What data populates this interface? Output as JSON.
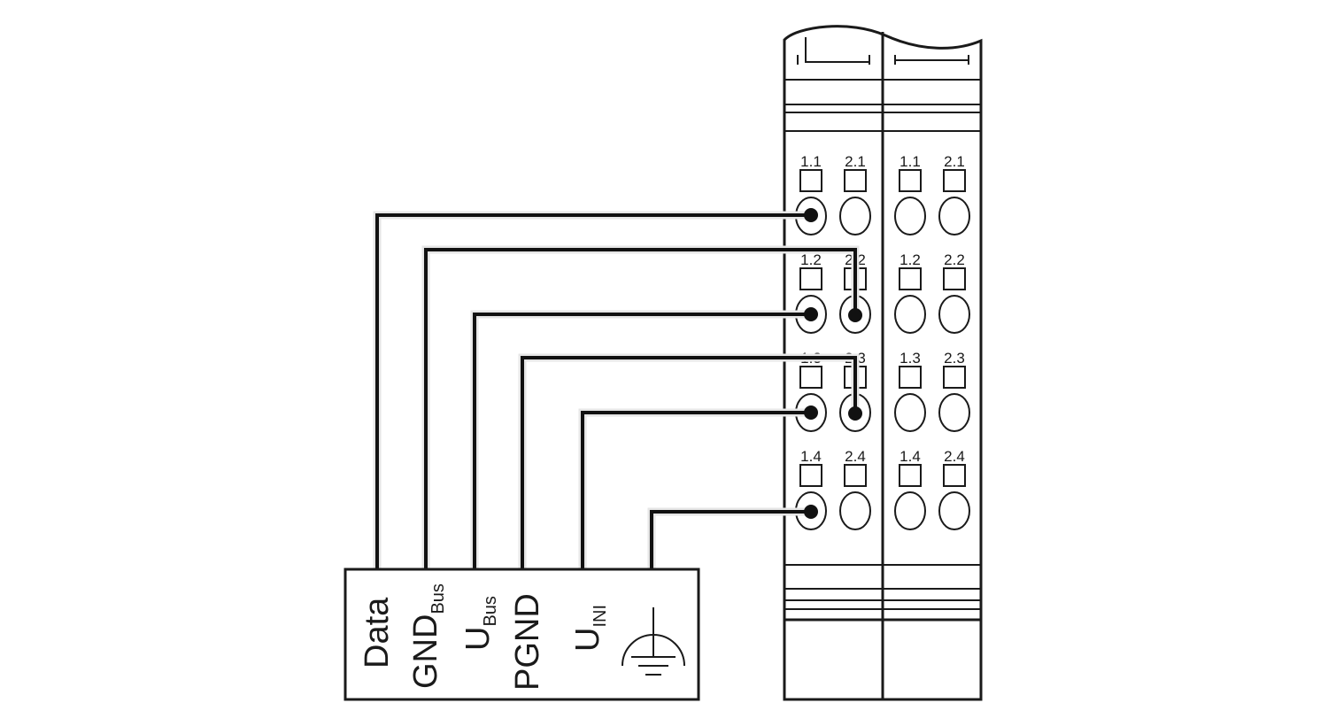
{
  "colors": {
    "line": "#1a1a1a",
    "background": "#ffffff"
  },
  "connector": {
    "pins": [
      {
        "main": "Data",
        "sub": ""
      },
      {
        "main": "GND",
        "sub": "Bus"
      },
      {
        "main": "U",
        "sub": "Bus"
      },
      {
        "main": "PGND",
        "sub": ""
      },
      {
        "main": "U",
        "sub": "INI"
      }
    ],
    "ground_symbol": "ground-icon"
  },
  "module_a": {
    "terminals": [
      {
        "left": "1.1",
        "right": "2.1"
      },
      {
        "left": "1.2",
        "right": "2.2"
      },
      {
        "left": "1.3",
        "right": "2.3"
      },
      {
        "left": "1.4",
        "right": "2.4"
      }
    ]
  },
  "module_b": {
    "terminals": [
      {
        "left": "1.1",
        "right": "2.1"
      },
      {
        "left": "1.2",
        "right": "2.2"
      },
      {
        "left": "1.3",
        "right": "2.3"
      },
      {
        "left": "1.4",
        "right": "2.4"
      }
    ]
  },
  "wiring": [
    {
      "from": "Data",
      "to": "1.1"
    },
    {
      "from": "GND_Bus",
      "to": "2.2"
    },
    {
      "from": "U_Bus",
      "to": "1.2"
    },
    {
      "from": "PGND",
      "to": "2.3"
    },
    {
      "from": "U_INI",
      "to": "1.3"
    },
    {
      "from": "ground",
      "to": "1.4"
    }
  ]
}
